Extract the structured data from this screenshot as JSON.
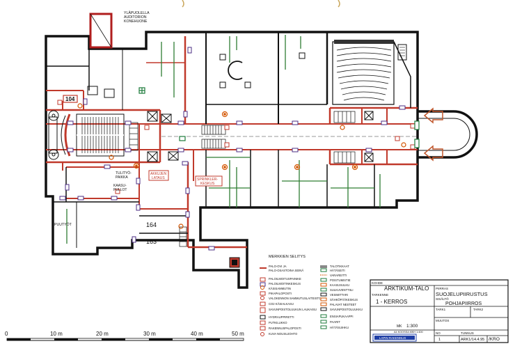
{
  "top_label": {
    "line1": "YLÄPUOLELLA",
    "line2": "AUDITORION",
    "line3": "KONEHUONE"
  },
  "rooms": {
    "r104": "104",
    "tulityo_line1": "TULITYÖ-",
    "tulityo_line2": "PAIKKA",
    "kaasu_line1": "KAASU-",
    "kaasu_line2": "PULLOT",
    "akku_line1": "AKKUJEN",
    "akku_line2": "LATAUS",
    "sprinkler_line1": "SPRINKLER-",
    "sprinkler_line2": "KESKUS",
    "puutyot": "PUUTYÖT",
    "r164": "164",
    "r163": "163"
  },
  "legend": {
    "title": "MERKKIEN SELITYS",
    "col1": [
      "PALO-OVI JA",
      "PALO-OSASTOINA SEINÄ",
      "PALOILMOITUSPAINIKE",
      "PALOILMOITINKESKUS",
      "KÄSISAMMUTIN",
      "PIKAPALOPOSTI",
      "VALOKENNON SAMMUTUSLAITEISTO",
      "CO2 KÄSIALKASU",
      "SAVUNPOISTOLUUKUN LAUKAISU",
      "HYDRAUPPIRETTI",
      "PUTKILUKKO",
      "RAKENNUSPALOPOSTI",
      "KUVA NOUSUJOHTO"
    ],
    "col2": [
      "TALOTIKKAAT",
      "HÄTÄSEITI",
      "VARAREITTI",
      "POISTUMISTIE",
      "KAASUSULKU",
      "SULKUVENTTIILI",
      "VESIMITTARI",
      "SÄHKÖPÄÄKESKUS",
      "PALAVAT NESTEET",
      "SAVUNPOISTOLUUKKU",
      "ENSIAPUKAAPPI",
      "PAARIT",
      "HÄTÄSUIHKU"
    ]
  },
  "title_block": {
    "kohde_label": "KOHDE",
    "kohde": "ARKTIKUM-TALO",
    "tarkenne_label": "TARKENNE",
    "tarkenne": "1 - KERROS",
    "piirros_label": "PIIRRAS",
    "piirros": "SUOJELUPIIRUSTUS",
    "sisalto_label": "SISÄLTÖ",
    "sisalto": "POHJAPIIRROS",
    "tark1": "TARK1",
    "tark2": "TARK2",
    "mk_label": "MK",
    "scale": "1:300",
    "scale_note": "A4 KOOSSA MKH 1:400",
    "muutos_label": "MUUTOS",
    "no_label": "NO",
    "no_value": "1",
    "tunnus_label": "TUNNUS",
    "tunnus_value": "ARK1/14.4.95",
    "kro": "/KRO",
    "firm": "LAPIN RAKENNUS"
  },
  "scale_bar": {
    "labels": [
      "0",
      "10 m",
      "20 m",
      "30 m",
      "40 m",
      "50 m"
    ]
  }
}
